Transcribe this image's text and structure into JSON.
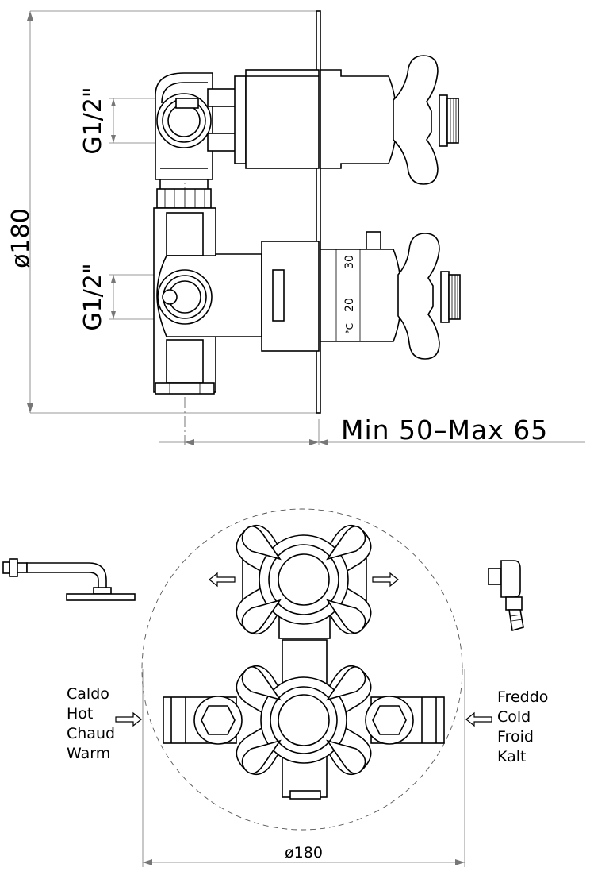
{
  "side_view": {
    "thread_upper": "G1/2\"",
    "thread_lower": "G1/2\"",
    "diameter_dim": "ø180",
    "depth_dim": "Min 50–Max 65",
    "scale_30": "30",
    "scale_20": "20",
    "scale_unit": "°C"
  },
  "front_view": {
    "diameter_dim": "ø180",
    "hot_labels": [
      "Caldo",
      "Hot",
      "Chaud",
      "Warm"
    ],
    "cold_labels": [
      "Freddo",
      "Cold",
      "Froid",
      "Kalt"
    ]
  }
}
